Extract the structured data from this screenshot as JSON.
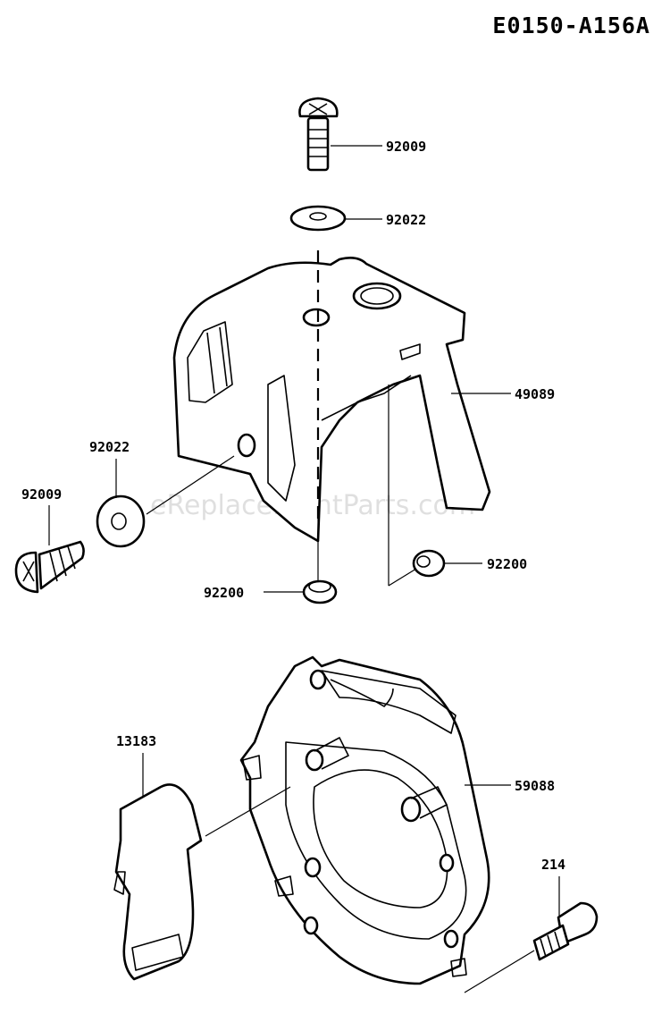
{
  "diagram": {
    "code": "E0150-A156A",
    "watermark": "eReplacementParts.com",
    "labels": {
      "screw_top": "92009",
      "washer_top": "92022",
      "cover": "49089",
      "washer_left": "92022",
      "screw_left": "92009",
      "grommet_right": "92200",
      "grommet_bottom": "92200",
      "guide": "13183",
      "fan_housing": "59088",
      "bolt": "214"
    }
  }
}
